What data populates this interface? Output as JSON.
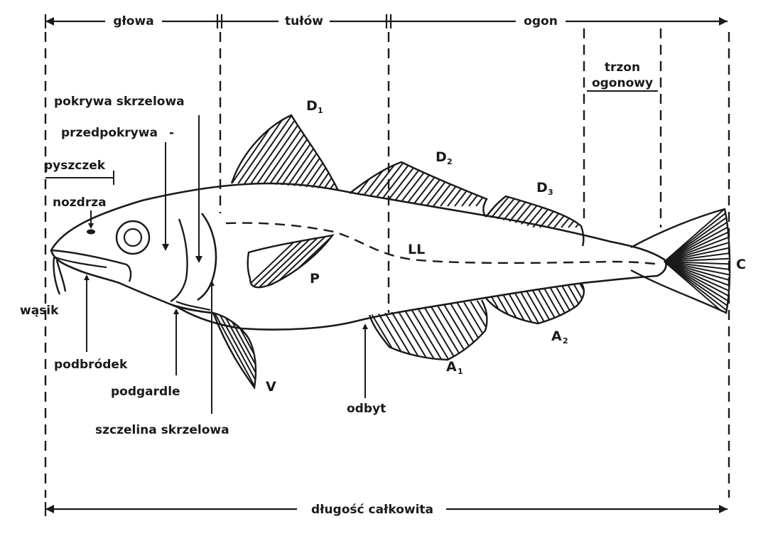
{
  "sections": {
    "head": "głowa",
    "trunk": "tułów",
    "tail": "ogon",
    "caudal_peduncle_line1": "trzon",
    "caudal_peduncle_line2": "ogonowy",
    "total_length": "długość całkowita"
  },
  "parts": {
    "operculum": "pokrywa skrzelowa",
    "preoperculum": "przedpokrywa",
    "snout": "pyszczek",
    "nostril": "nozdrza",
    "barbel": "wąsik",
    "chin": "podbródek",
    "isthmus": "podgardle",
    "gill_slit": "szczelina skrzelowa",
    "anus": "odbyt",
    "lateral_line": "LL"
  },
  "fins": {
    "dorsal1": {
      "letter": "D",
      "index": "1"
    },
    "dorsal2": {
      "letter": "D",
      "index": "2"
    },
    "dorsal3": {
      "letter": "D",
      "index": "3"
    },
    "pectoral": {
      "letter": "P"
    },
    "pelvic": {
      "letter": "V"
    },
    "anal1": {
      "letter": "A",
      "index": "1"
    },
    "anal2": {
      "letter": "A",
      "index": "2"
    },
    "caudal": {
      "letter": "C"
    }
  }
}
